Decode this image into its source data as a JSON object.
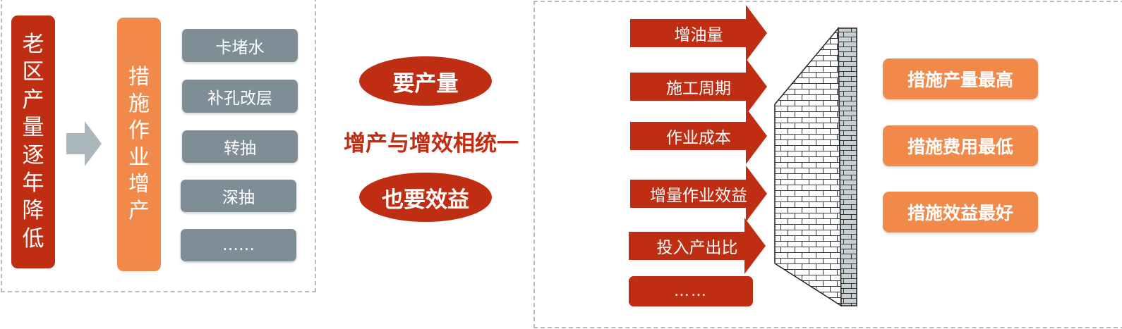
{
  "colors": {
    "red": "#bf2d13",
    "orange": "#f0894a",
    "gray": "#7e8d96",
    "arrow_gray": "#aab7bd",
    "dash": "#b8bcbe"
  },
  "left": {
    "decline_label": "老区产量逐年降低",
    "increase_label": "措施作业增产",
    "arrow_icon": "right-arrow-icon",
    "measures": [
      "卡堵水",
      "补孔改层",
      "转抽",
      "深抽",
      "……"
    ]
  },
  "middle": {
    "top": "要产量",
    "center": "增产与增效相统一",
    "bottom": "也要效益"
  },
  "right": {
    "factors": [
      "增油量",
      "施工周期",
      "作业成本",
      "增量作业效益",
      "投入产出比"
    ],
    "factors_more": "……",
    "wall_icon": "brick-wall-icon",
    "goals": [
      "措施产量最高",
      "措施费用最低",
      "措施效益最好"
    ]
  }
}
